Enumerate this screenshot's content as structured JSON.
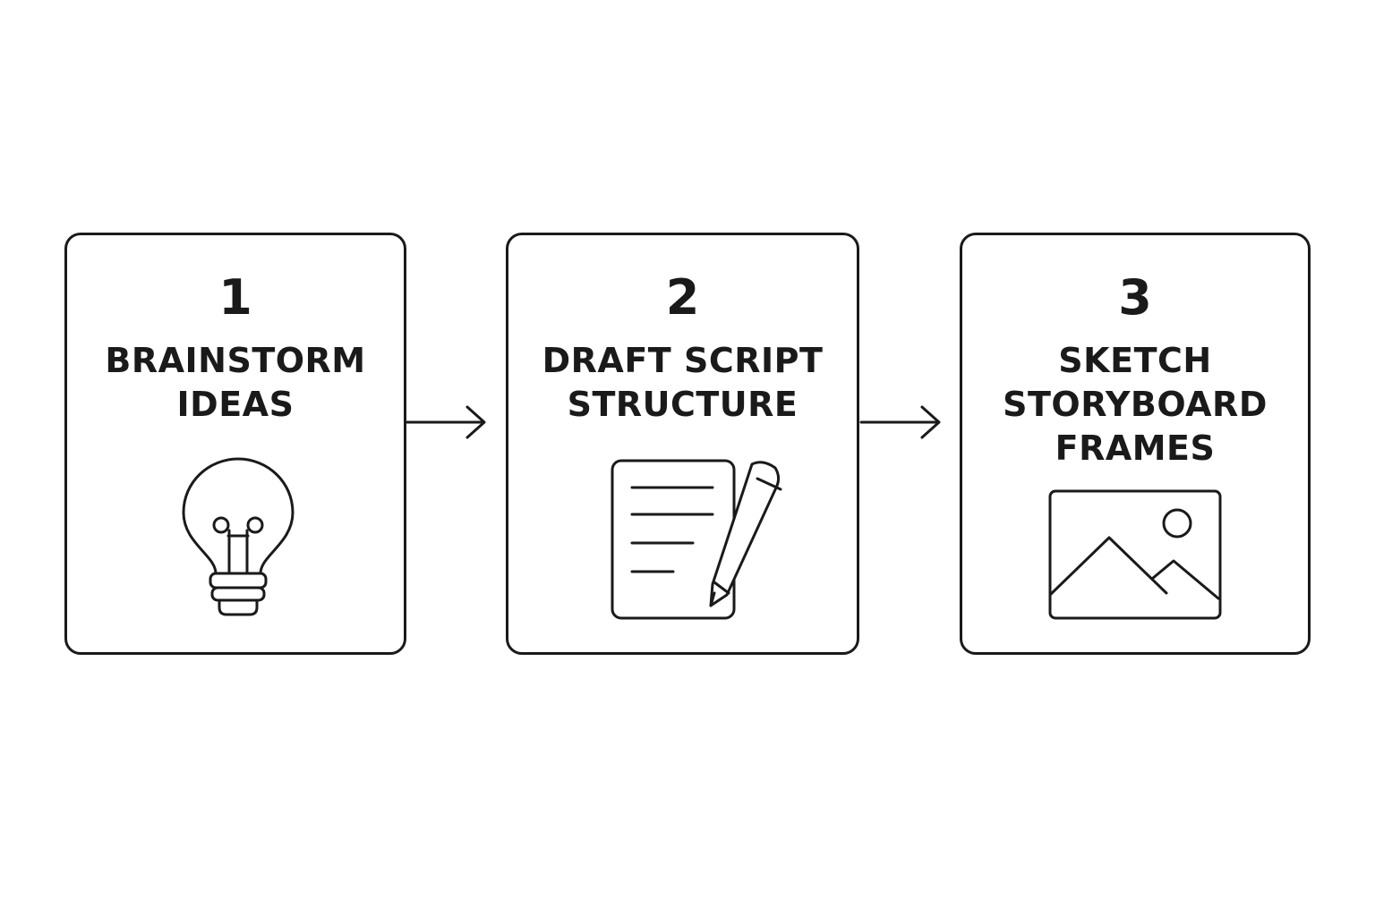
{
  "steps": [
    {
      "number": "1",
      "label_lines": [
        "BRAINSTORM",
        "IDEAS"
      ],
      "icon": "lightbulb-icon"
    },
    {
      "number": "2",
      "label_lines": [
        "DRAFT SCRIPT",
        "STRUCTURE"
      ],
      "icon": "document-pencil-icon"
    },
    {
      "number": "3",
      "label_lines": [
        "SKETCH",
        "STORYBOARD",
        "FRAMES"
      ],
      "icon": "image-frame-icon"
    }
  ],
  "connectors": [
    "arrow-right-icon",
    "arrow-right-icon"
  ],
  "colors": {
    "stroke": "#1a1a1a",
    "background": "#ffffff"
  }
}
